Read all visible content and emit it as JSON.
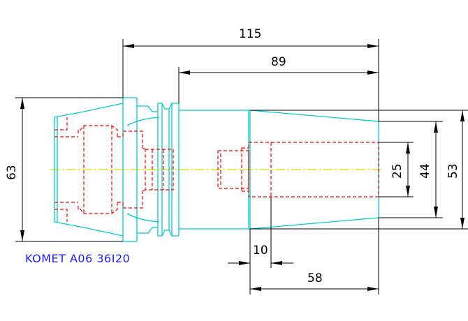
{
  "drawing": {
    "part_label": "KOMET A06 36I20",
    "dimensions": {
      "overall_length": "115",
      "gauge_length": "89",
      "left_diameter": "63",
      "bore_diameter": "25",
      "nose_diameter_small": "44",
      "nose_diameter_large": "53",
      "wall_offset": "10",
      "nose_length": "58"
    },
    "colors": {
      "outline": "#00cccc",
      "hidden_lines": "#ff0000",
      "centerline": "#dddd00",
      "dimensions": "#000000",
      "label": "#1a1aff"
    }
  }
}
